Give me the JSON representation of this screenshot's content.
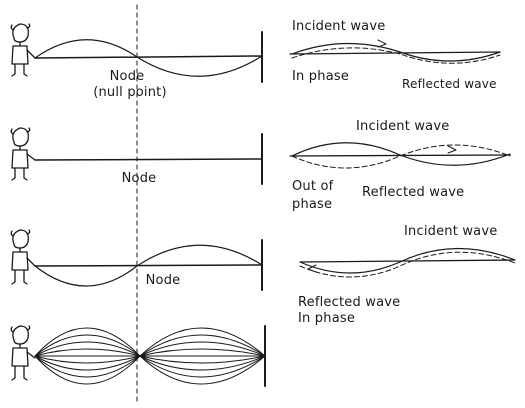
{
  "left_panels": [
    {
      "node_label": "Node",
      "node_sublabel": "(null point)"
    },
    {
      "node_label": "Node"
    },
    {
      "node_label": "Node"
    },
    {}
  ],
  "right_panels": [
    {
      "incident": "Incident wave",
      "reflected": "Reflected wave",
      "phase": "In phase"
    },
    {
      "incident": "Incident wave",
      "reflected": "Reflected wave",
      "phase_line1": "Out of",
      "phase_line2": "phase"
    },
    {
      "incident": "Incident wave",
      "reflected": "Reflected wave",
      "phase": "In phase"
    }
  ]
}
